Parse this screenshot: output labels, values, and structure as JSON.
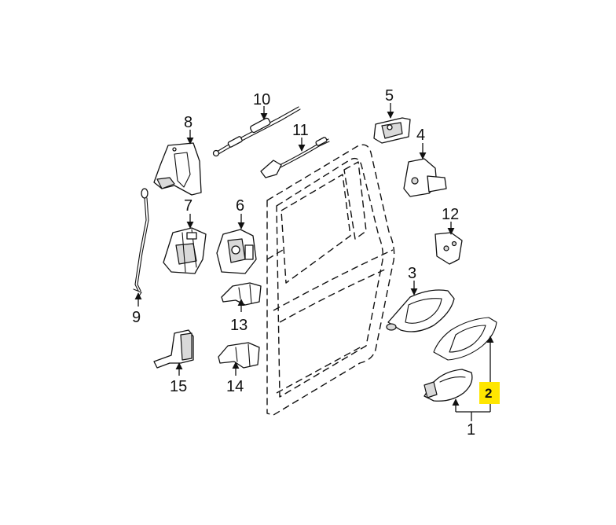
{
  "callouts": {
    "c1": "1",
    "c2": "2",
    "c3": "3",
    "c4": "4",
    "c5": "5",
    "c6": "6",
    "c7": "7",
    "c8": "8",
    "c9": "9",
    "c10": "10",
    "c11": "11",
    "c12": "12",
    "c13": "13",
    "c14": "14",
    "c15": "15"
  },
  "highlight": {
    "callout": "2",
    "color": "#ffe600"
  }
}
